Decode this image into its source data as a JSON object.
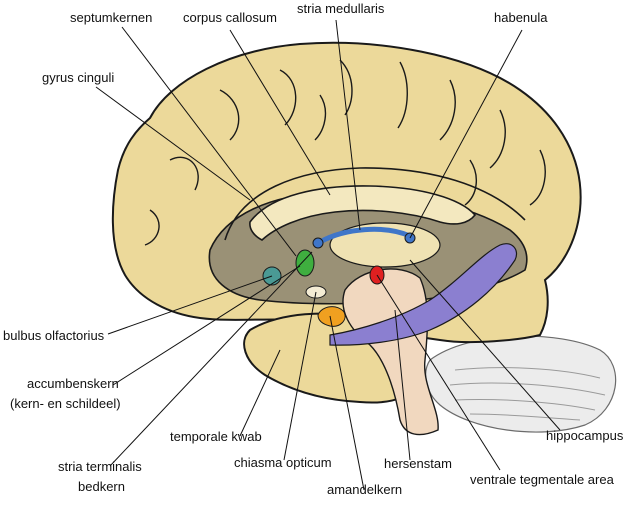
{
  "labels": {
    "septumkernen": "septumkernen",
    "corpus_callosum": "corpus callosum",
    "stria_medullaris": "stria medullaris",
    "habenula": "habenula",
    "gyrus_cinguli": "gyrus cinguli",
    "bulbus_olfactorius": "bulbus olfactorius",
    "accumbenskern_1": "accumbenskern",
    "accumbenskern_2": "(kern- en schildeel)",
    "temporale_kwab": "temporale kwab",
    "stria_terminalis_1": "stria terminalis",
    "stria_terminalis_2": "bedkern",
    "chiasma_opticum": "chiasma opticum",
    "amandelkern": "amandelkern",
    "hersenstam": "hersenstam",
    "ventrale_tegmentale_area": "ventrale tegmentale area",
    "hippocampus": "hippocampus"
  },
  "colors": {
    "cortex": "#ecd99a",
    "cortex_shadow": "#d2bf80",
    "inner_gray": "#9a9176",
    "corpus_callosum": "#f3e8bf",
    "brainstem": "#f1d8bf",
    "cerebellum": "#ececec",
    "stria_medullaris": "#3f76c9",
    "habenula_blue": "#3f76c9",
    "hippocampus": "#8b7fd0",
    "vta_red": "#e02020",
    "amygdala_orange": "#f0a020",
    "accumbens_green": "#3fae3f",
    "bulbus_teal": "#4a9a95",
    "outline": "#1a1a1a"
  }
}
